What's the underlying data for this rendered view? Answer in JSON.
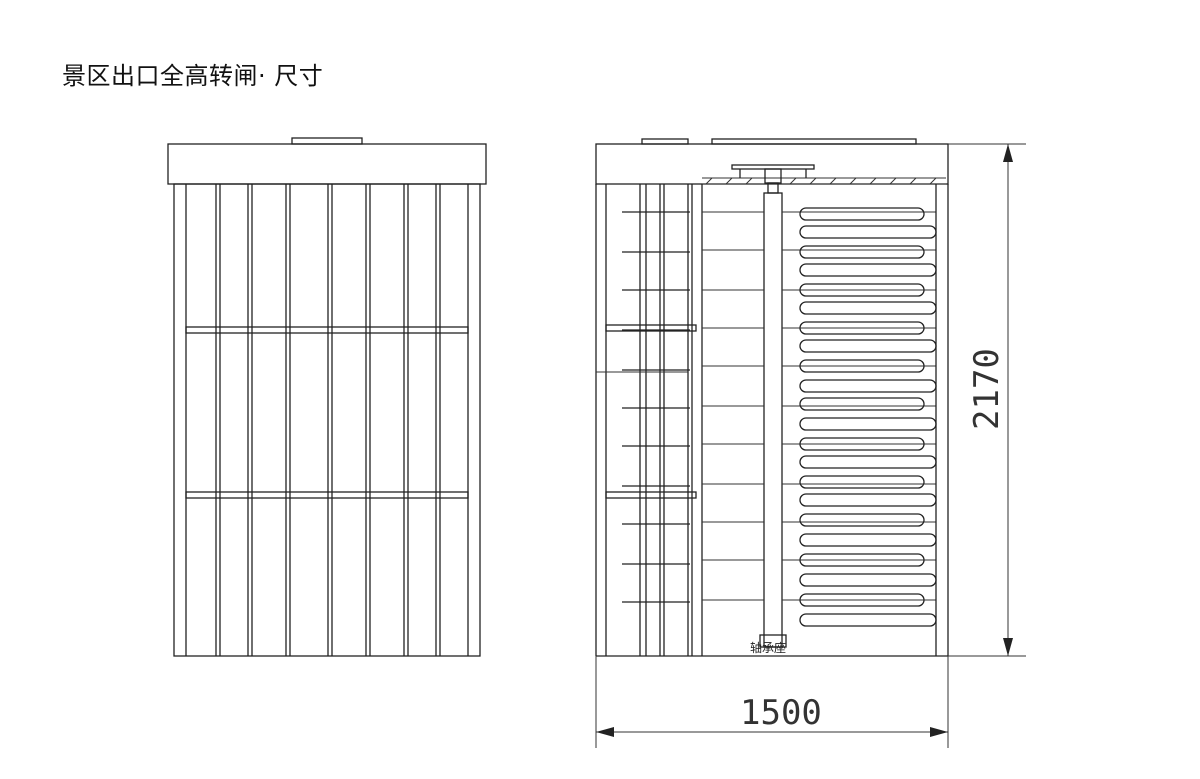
{
  "title": "景区出口全高转闸· 尺寸",
  "dimensions": {
    "height": "2170",
    "width": "1500"
  },
  "labels": {
    "bearing_seat": "轴承座"
  }
}
